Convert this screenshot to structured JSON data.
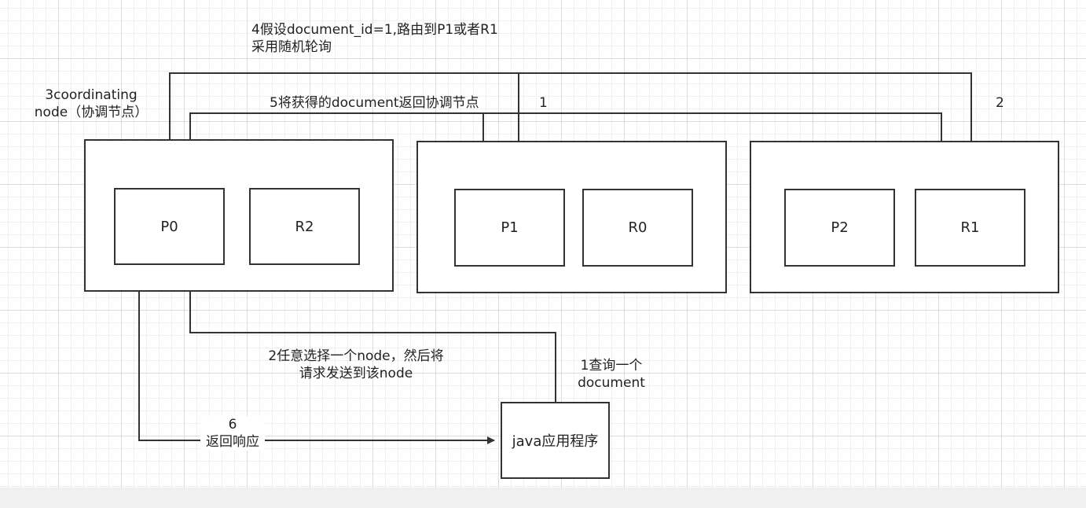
{
  "nodes": {
    "n1": {
      "shards": [
        "P0",
        "R2"
      ]
    },
    "n2": {
      "shards": [
        "P1",
        "R0"
      ]
    },
    "n3": {
      "shards": [
        "P2",
        "R1"
      ]
    }
  },
  "app": {
    "label": "java应用程序"
  },
  "steps": {
    "s1": {
      "line1": "1查询一个",
      "line2": "document"
    },
    "s2": {
      "line1": "2任意选择一个node，然后将",
      "line2": "请求发送到该node"
    },
    "s3": {
      "line1": "3coordinating",
      "line2": "node（协调节点）"
    },
    "s4": {
      "line1": "4假设document_id=1,路由到P1或者R1",
      "line2": "采用随机轮询"
    },
    "s5": {
      "text": "5将获得的document返回协调节点"
    },
    "s6": {
      "line1": "6",
      "line2": "返回响应"
    }
  },
  "branch_labels": {
    "b1": "1",
    "b2": "2"
  },
  "colors": {
    "stroke": "#333333",
    "grid_major": "#dcdcdc",
    "grid_minor": "#f0f0f0"
  }
}
